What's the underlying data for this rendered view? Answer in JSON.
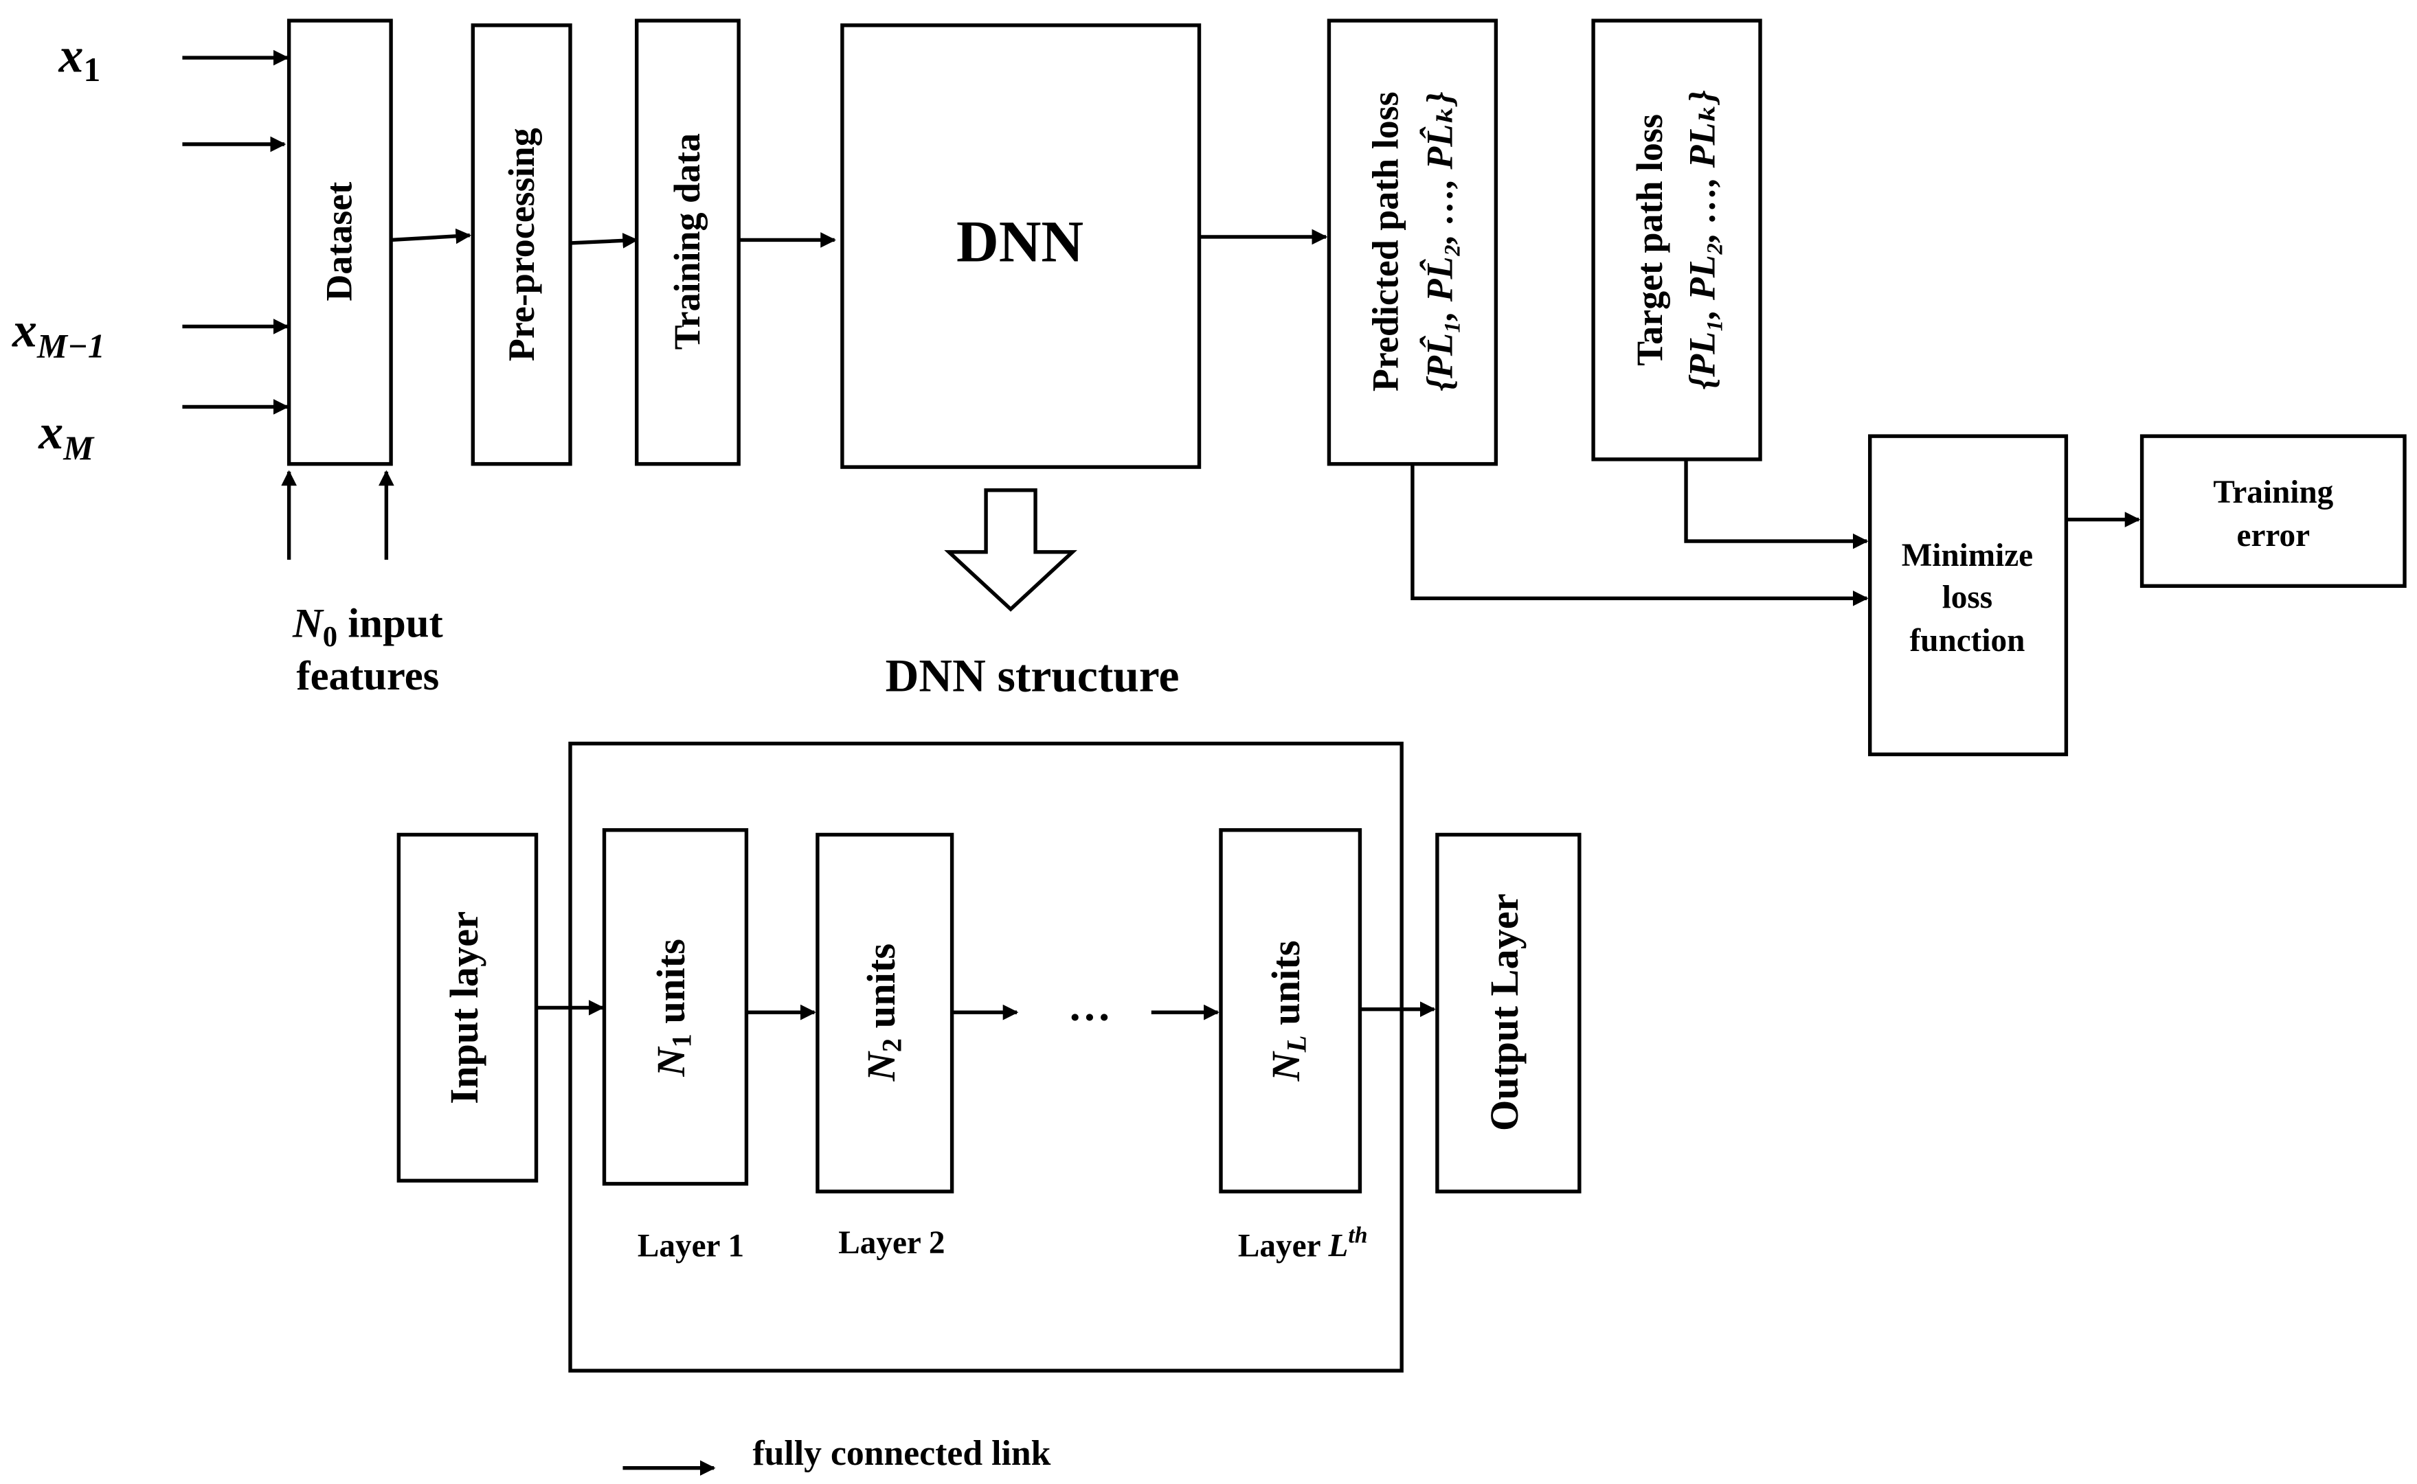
{
  "inputs": {
    "x1_base": "x",
    "x1_sub": "1",
    "xm1_base": "x",
    "xm1_sub": "M−1",
    "xm_base": "x",
    "xm_sub": "M",
    "features_line1_base": "N",
    "features_line1_sub": "0",
    "features_line1_rest": " input",
    "features_line2": "features"
  },
  "pipeline": {
    "dataset": "Dataset",
    "preprocessing": "Pre-processing",
    "training_data": "Training data",
    "dnn": "DNN",
    "predicted_line1": "Predicted path loss",
    "predicted_line2": "{PL̂₁, PL̂₂, …, PL̂ₖ}",
    "target_line1": "Target path loss",
    "target_line2": "{PL₁, PL₂, …, PLₖ}",
    "minimize_line1": "Minimize",
    "minimize_line2": "loss",
    "minimize_line3": "function",
    "training_error_line1": "Training",
    "training_error_line2": "error"
  },
  "structure": {
    "title": "DNN structure",
    "input_layer": "Input layer",
    "hidden1_base": "N",
    "hidden1_sub": "1",
    "hidden1_rest": " units",
    "hidden2_base": "N",
    "hidden2_sub": "2",
    "hidden2_rest": " units",
    "hiddenL_base": "N",
    "hiddenL_sub": "L",
    "hiddenL_rest": " units",
    "ellipsis": "…",
    "output_layer": "Output Layer",
    "layer1_label": "Layer 1",
    "layer2_label": "Layer 2",
    "layerL_label_base": "Layer ",
    "layerL_label_italic": "L",
    "layerL_label_sup": "th"
  },
  "legend": {
    "label": "fully connected link"
  }
}
